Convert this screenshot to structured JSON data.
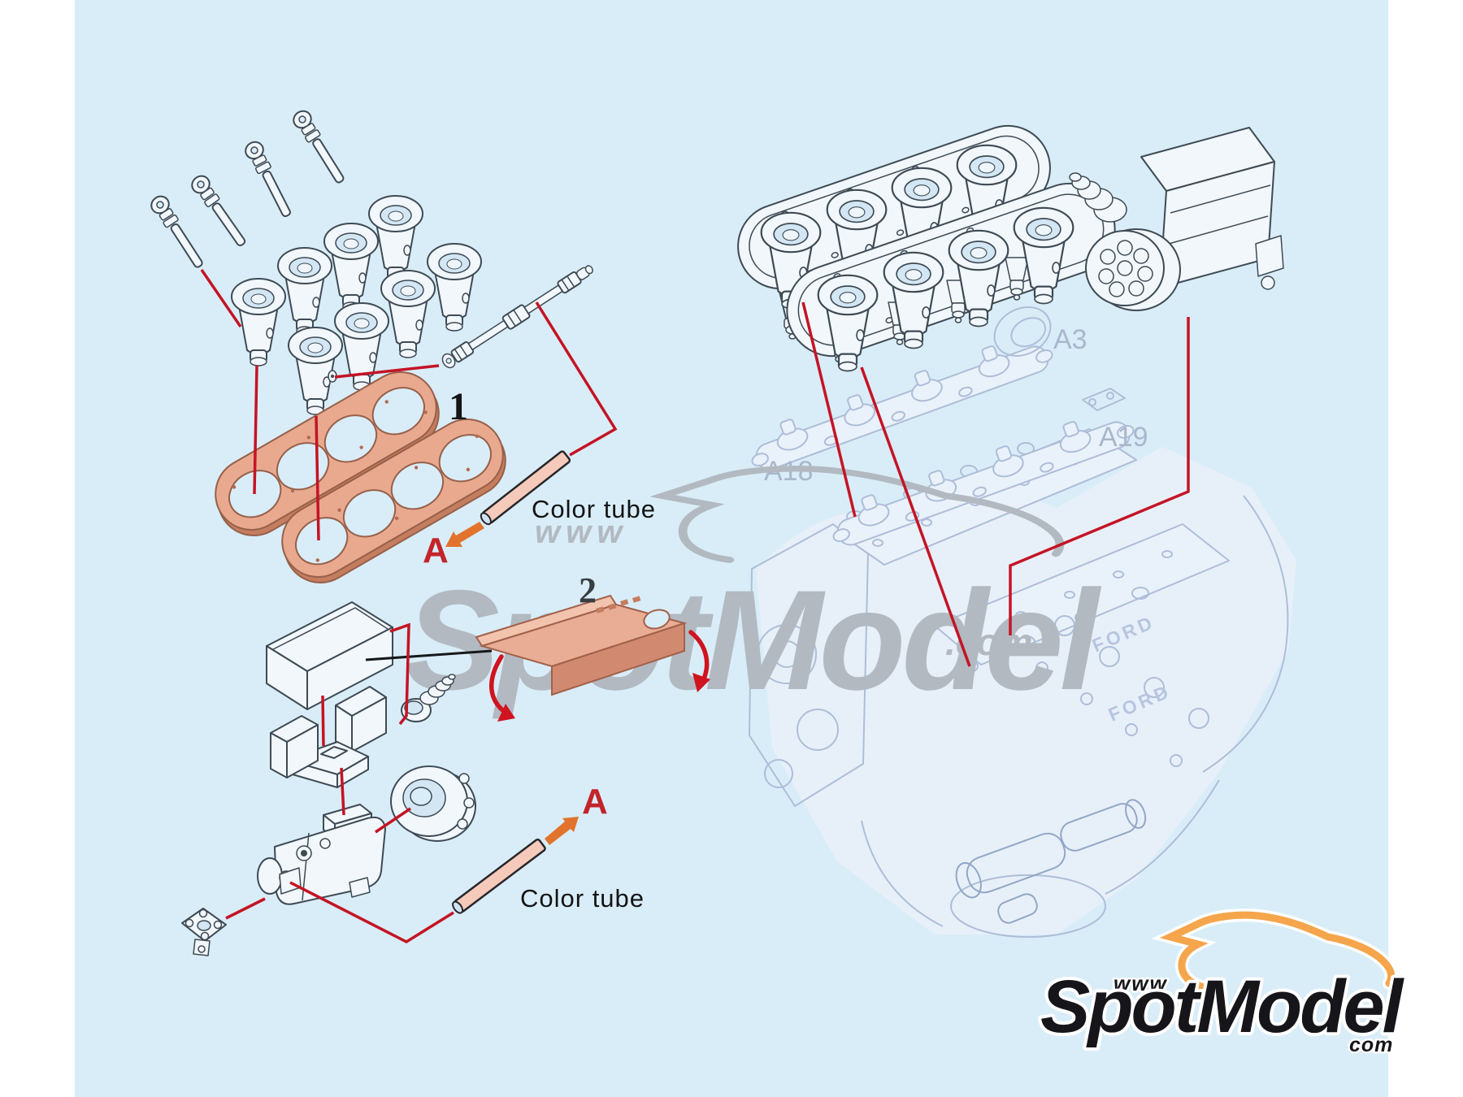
{
  "page": {
    "margin_color": "#ffffff"
  },
  "colors": {
    "canvas_blue": "#d9edf8",
    "line_dark": "#3e4a54",
    "part_fill": "#f1f7fb",
    "faded_blue": "#aebdd8",
    "faded_label": "#a9b6cc",
    "leader_red": "#c41425",
    "marker_red": "#c3242a",
    "arrow_orange": "#e2732d",
    "gasket_salmon": "#e9a98f",
    "gasket_edge": "#c57d5f",
    "tube_pink": "#f5cabb",
    "watermark_gray": "#b2b9c1",
    "logo_orange": "#f5a54b",
    "logo_black": "#16161a"
  },
  "labels": {
    "step_1": "1",
    "step_2": "2",
    "marker_a": "A",
    "color_tube": "Color tube",
    "part_a3": "A3",
    "part_a18": "A18",
    "part_a19": "A19",
    "engine_brand": "FORD"
  },
  "watermark": {
    "www": "www",
    "brand": "SpotModel",
    "domain": ".com"
  },
  "logo": {
    "www": "www",
    "brand": "SpotModel",
    "domain": "com"
  }
}
